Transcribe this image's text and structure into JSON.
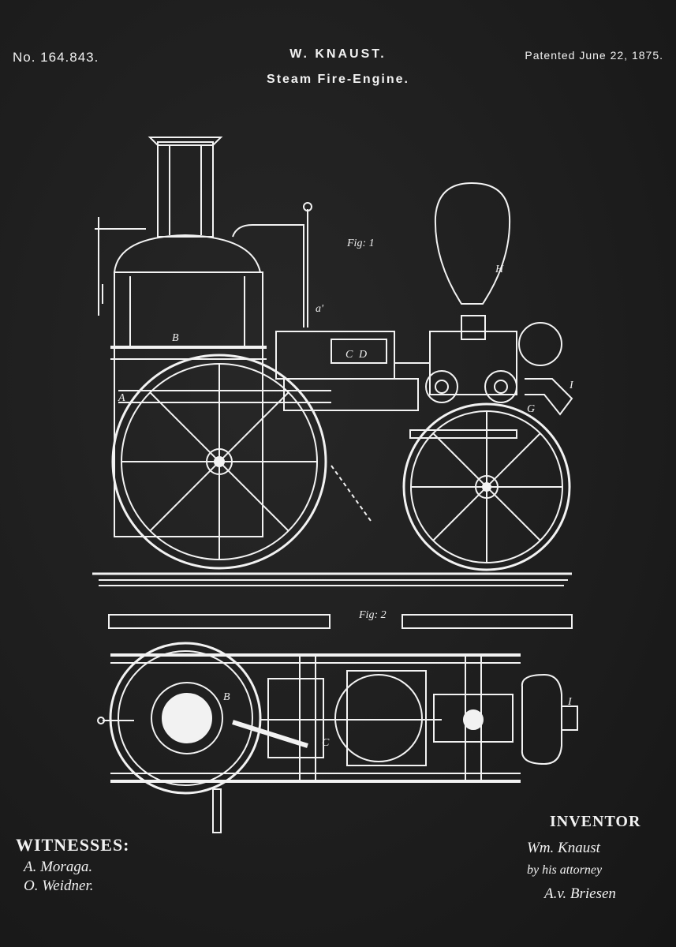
{
  "header": {
    "patent_number": "No. 164.843.",
    "inventor_name": "W. KNAUST.",
    "title": "Steam Fire-Engine.",
    "date": "Patented June 22, 1875."
  },
  "figures": {
    "fig1_label": "Fig: 1",
    "fig2_label": "Fig: 2",
    "part_labels": [
      "B",
      "A",
      "a'",
      "H",
      "I",
      "G",
      "C",
      "D"
    ]
  },
  "witnesses": {
    "heading": "WITNESSES:",
    "signatures": [
      "A. Moraga.",
      "O. Weidner."
    ]
  },
  "inventor": {
    "heading": "INVENTOR",
    "signatures": [
      "Wm. Knaust",
      "by his attorney",
      "A.v. Briesen"
    ]
  },
  "colors": {
    "background": "#1c1c1c",
    "ink": "#f2f2f2"
  }
}
